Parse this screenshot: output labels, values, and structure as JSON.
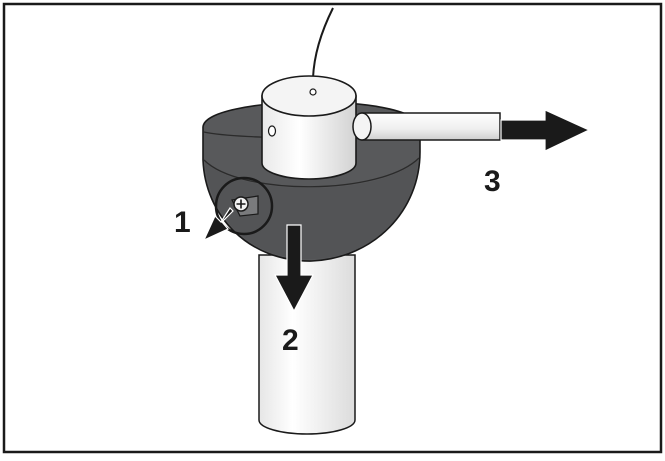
{
  "diagram": {
    "step_labels": [
      "1",
      "2",
      "3"
    ],
    "colors": {
      "outline": "#1a1a1a",
      "housing": "#58595b",
      "housing_dark": "#3e3f41",
      "metal_light": "#f2f2f2",
      "metal_shade": "#d6d6d6",
      "arrow": "#1a1a1a",
      "background": "#ffffff"
    },
    "icons": {
      "screw": "phillips-screw-icon",
      "arrow": "arrow-icon"
    }
  }
}
